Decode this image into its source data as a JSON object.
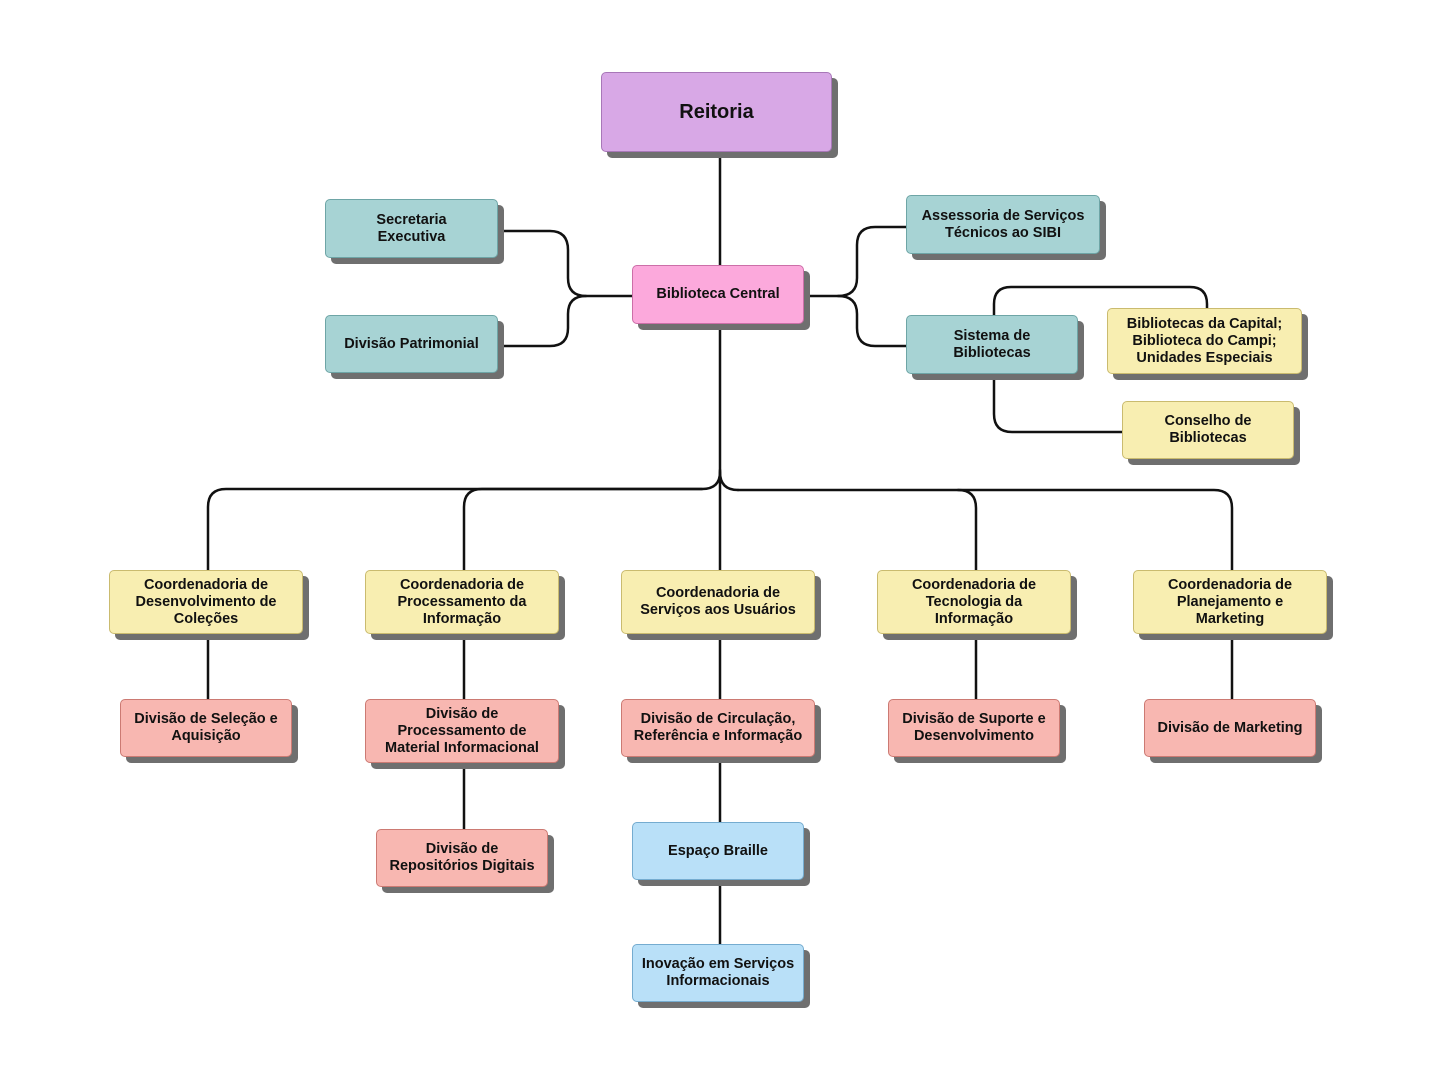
{
  "nodes": {
    "reitoria": "Reitoria",
    "biblioteca_central": "Biblioteca Central",
    "secretaria_executiva": "Secretaria Executiva",
    "divisao_patrimonial": "Divisão Patrimonial",
    "assessoria": "Assessoria de Serviços Técnicos ao SIBI",
    "sistema_bibliotecas": "Sistema de Bibliotecas",
    "bibliotecas_capital": "Bibliotecas da Capital; Biblioteca do Campi; Unidades Especiais",
    "conselho": "Conselho de Bibliotecas",
    "coord_colecoes": "Coordenadoria de Desenvolvimento de Coleções",
    "coord_processamento": "Coordenadoria de Processamento da Informação",
    "coord_servicos": "Coordenadoria de Serviços aos Usuários",
    "coord_tecnologia": "Coordenadoria de Tecnologia da Informação",
    "coord_planejamento": "Coordenadoria de Planejamento e Marketing",
    "div_selecao": "Divisão de Seleção e Aquisição",
    "div_processamento": "Divisão de Processamento de Material Informacional",
    "div_repositorios": "Divisão de Repositórios Digitais",
    "div_circulacao": "Divisão de Circulação, Referência e Informação",
    "div_suporte": "Divisão de Suporte e Desenvolvimento",
    "div_marketing": "Divisão de Marketing",
    "espaco_braille": "Espaço Braille",
    "inovacao": "Inovação em Serviços Informacionais"
  }
}
